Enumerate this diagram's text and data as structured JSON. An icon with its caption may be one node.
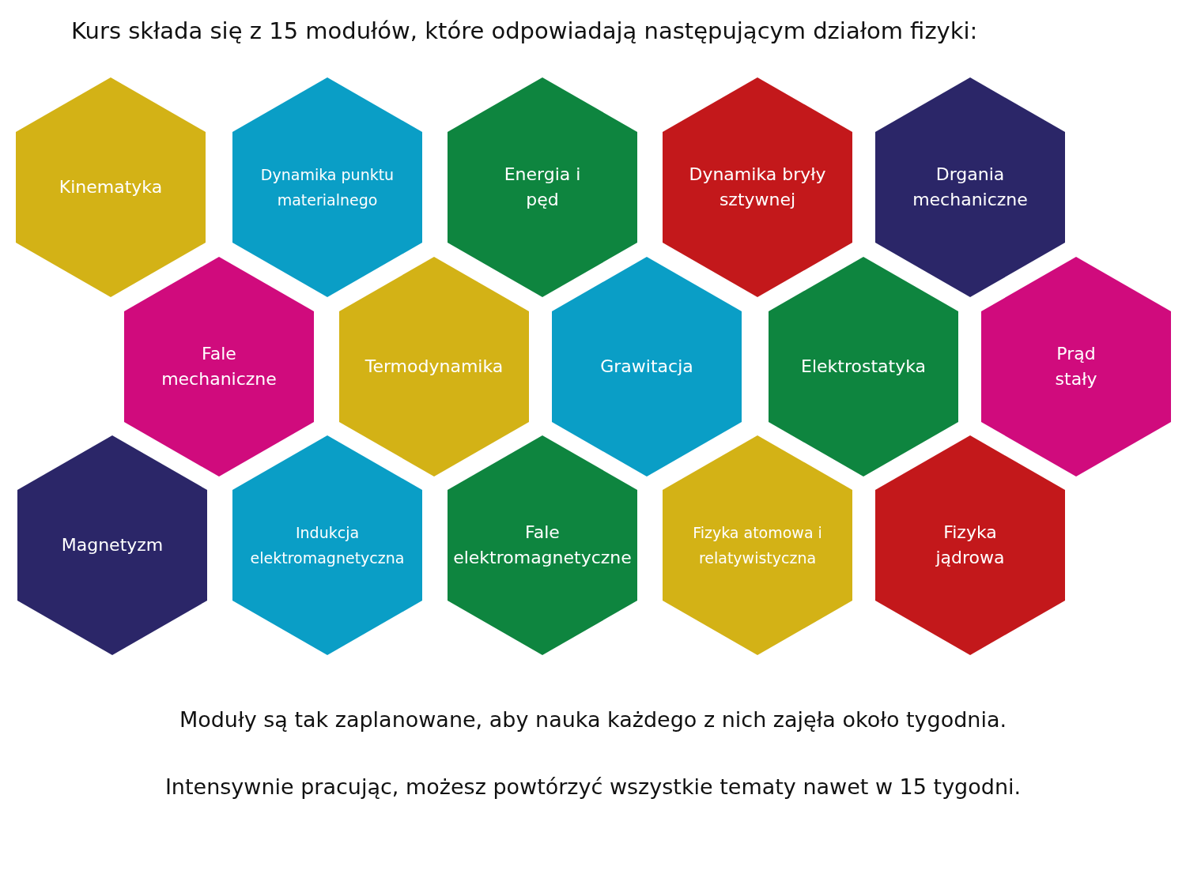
{
  "diagram": {
    "title": "Kurs składa się z 15 modułów, które odpowiadają następującym działom fizyki:",
    "nodes": [
      {
        "text": [
          "Kinematyka"
        ]
      },
      {
        "text": [
          "Dynamika punktu materialnego"
        ]
      },
      {
        "text": [
          "Energia i pęd"
        ]
      },
      {
        "text": [
          "Dynamika bryły sztywnej"
        ]
      },
      {
        "text": [
          "Drgania mechaniczne"
        ]
      },
      {
        "text": [
          "Fale mechaniczne"
        ]
      },
      {
        "text": [
          "Termodynamika"
        ]
      },
      {
        "text": [
          "Grawitacja"
        ]
      },
      {
        "text": [
          "Elektrostatyka"
        ]
      },
      {
        "text": [
          "Prąd stały"
        ]
      },
      {
        "text": [
          "Magnetyzm"
        ]
      },
      {
        "text": [
          "Indukcja elektromagnetyczna"
        ]
      },
      {
        "text": [
          "Fale elektromagnetyczne"
        ]
      },
      {
        "text": [
          "Fizyka atomowa i relatywistyczna"
        ]
      },
      {
        "text": [
          "Fizyka jądrowa"
        ]
      }
    ],
    "labels": [
      "Moduły są tak zaplanowane, aby nauka każdego z nich zajęła około tygodnia.",
      "Intensywnie pracując, możesz powtórzyć wszystkie tematy nawet w 15 tygodni."
    ]
  }
}
